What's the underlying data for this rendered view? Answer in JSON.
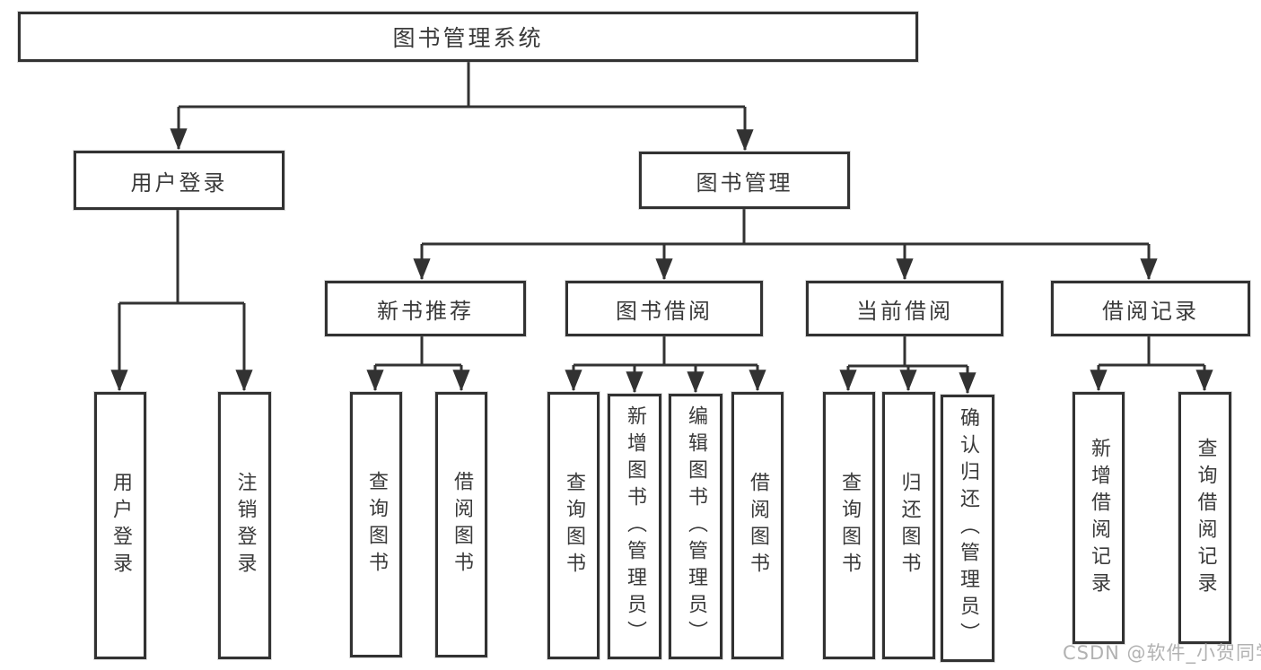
{
  "diagram": {
    "root": {
      "label": "图书管理系统",
      "children": [
        {
          "label": "用户登录",
          "children": [
            {
              "label": "用户登录"
            },
            {
              "label": "注销登录"
            }
          ]
        },
        {
          "label": "图书管理",
          "children": [
            {
              "label": "新书推荐",
              "children": [
                {
                  "label": "查询图书"
                },
                {
                  "label": "借阅图书"
                }
              ]
            },
            {
              "label": "图书借阅",
              "children": [
                {
                  "label": "查询图书"
                },
                {
                  "label": "新增图书（管理员）"
                },
                {
                  "label": "编辑图书（管理员）"
                },
                {
                  "label": "借阅图书"
                }
              ]
            },
            {
              "label": "当前借阅",
              "children": [
                {
                  "label": "查询图书"
                },
                {
                  "label": "归还图书"
                },
                {
                  "label": "确认归还（管理员）"
                }
              ]
            },
            {
              "label": "借阅记录",
              "children": [
                {
                  "label": "新增借阅记录"
                },
                {
                  "label": "查询借阅记录"
                }
              ]
            }
          ]
        }
      ]
    }
  },
  "watermark": "CSDN @软件_小贺同学"
}
